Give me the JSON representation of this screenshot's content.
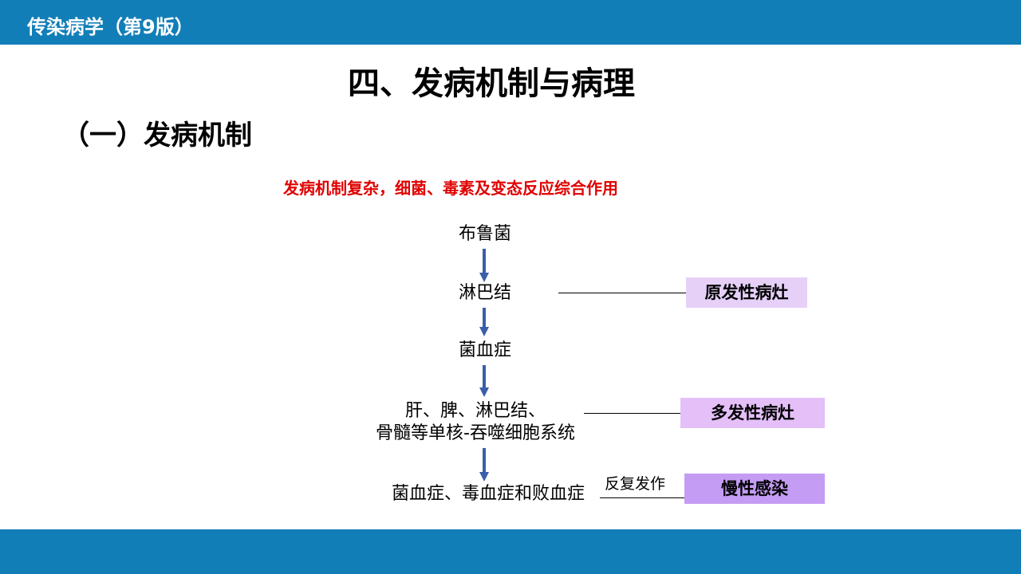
{
  "header": {
    "course_title": "传染病学（第9版）"
  },
  "slide": {
    "title": "四、发病机制与病理",
    "section": "（一）发病机制",
    "summary": "发病机制复杂，细菌、毒素及变态反应综合作用"
  },
  "flow": {
    "nodes": [
      {
        "lines": [
          "布鲁菌"
        ]
      },
      {
        "lines": [
          "淋巴结"
        ]
      },
      {
        "lines": [
          "菌血症"
        ]
      },
      {
        "lines": [
          "肝、脾、淋巴结、",
          "骨髓等单核-吞噬细胞系统"
        ]
      },
      {
        "lines": [
          "菌血症、毒血症和败血症"
        ]
      }
    ],
    "badges": [
      {
        "label": "原发性病灶",
        "color": "#e6d0f8"
      },
      {
        "label": "多发性病灶",
        "color": "#e4bff8"
      },
      {
        "label": "慢性感染",
        "color": "#c49cf4"
      }
    ],
    "relapse_label": "反复发作",
    "arrow_color": "#3a5fa8"
  },
  "colors": {
    "bar": "#127eb8",
    "summary_text": "#e00000"
  }
}
